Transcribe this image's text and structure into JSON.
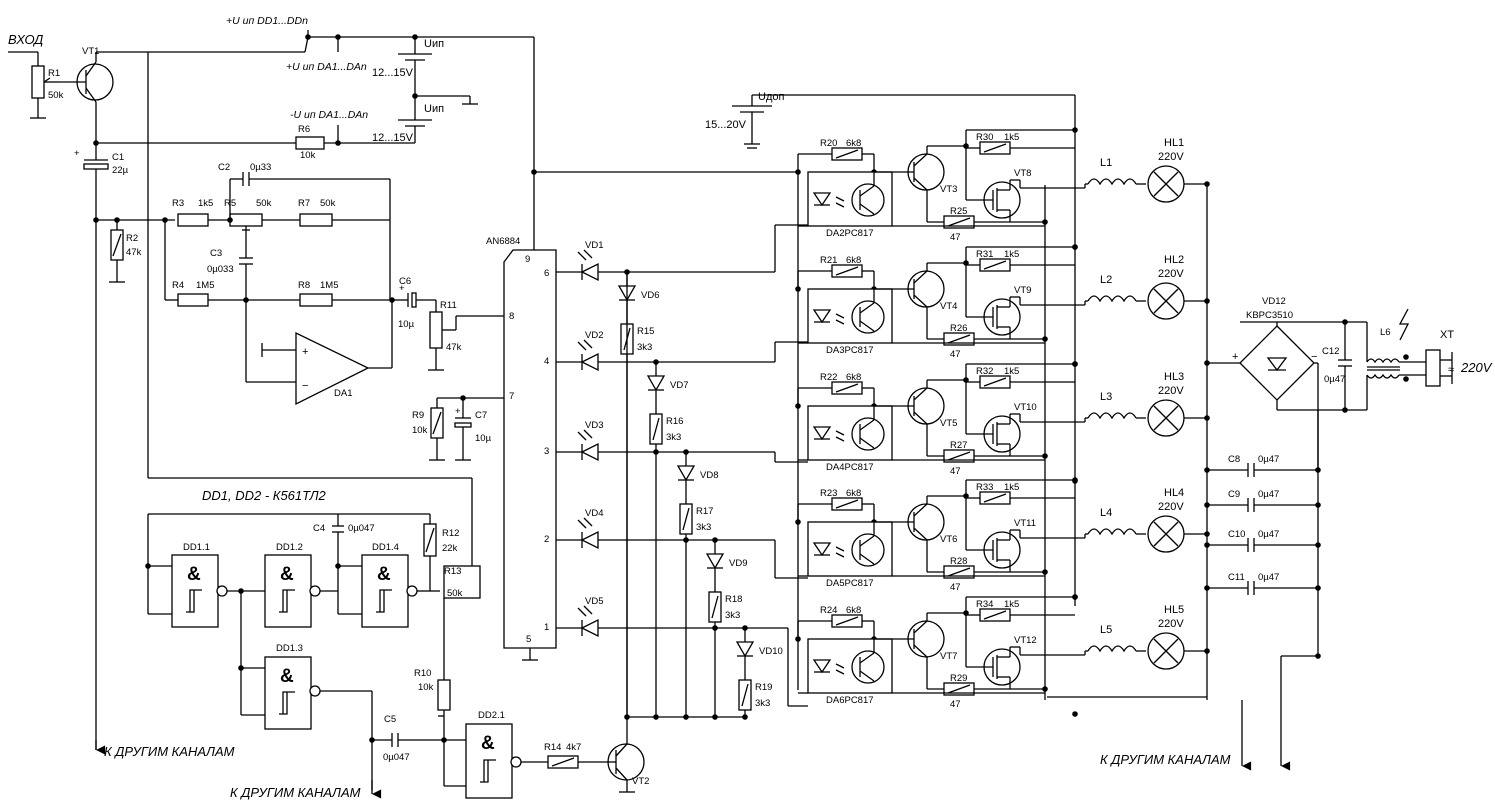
{
  "labels": {
    "input": "ВХОД",
    "supply_dd": "+U ип DD1...DDn",
    "supply_da_pos": "+U ип DA1...DAn",
    "supply_da_neg": "-U ип DA1...DAn",
    "uip": "Uип",
    "v12_15": "12...15V",
    "udop": "Uдоп",
    "v15_20": "15...20V",
    "logic_note": "DD1, DD2 - К561ТЛ2",
    "other_channels": "К ДРУГИМ КАНАЛАМ",
    "mains": "220V",
    "connector": "XT"
  },
  "components": {
    "VT1": "VT1",
    "R1": "R1",
    "R1v": "50k",
    "C1": "C1",
    "C1v": "22µ",
    "R2": "R2",
    "R2v": "47k",
    "R3": "R3",
    "R3v": "1k5",
    "R4": "R4",
    "R4v": "1M5",
    "R5": "R5",
    "R5v": "50k",
    "R6": "R6",
    "R6v": "10k",
    "R7": "R7",
    "R7v": "50k",
    "R8": "R8",
    "R8v": "1M5",
    "C2": "C2",
    "C2v": "0µ33",
    "C3": "C3",
    "C3v": "0µ033",
    "DA1": "DA1",
    "C6": "C6",
    "C6v": "10µ",
    "R11": "R11",
    "R11v": "47k",
    "R9": "R9",
    "R9v": "10k",
    "C7": "C7",
    "C7v": "10µ",
    "IC": "AN6884",
    "C4": "C4",
    "C4v": "0µ047",
    "R12": "R12",
    "R12v": "22k",
    "R13": "R13",
    "R13v": "50k",
    "R10": "R10",
    "R10v": "10k",
    "C5": "C5",
    "C5v": "0µ047",
    "R14": "R14",
    "R14v": "4k7",
    "VT2": "VT2",
    "DD1_1": "DD1.1",
    "DD1_2": "DD1.2",
    "DD1_3": "DD1.3",
    "DD1_4": "DD1.4",
    "DD2_1": "DD2.1",
    "VD12": "VD12",
    "VD12v": "KBPC3510",
    "C12": "C12",
    "C12v": "0µ47",
    "L6": "L6",
    "amp": "&"
  },
  "ic_pins": [
    "9",
    "6",
    "8",
    "4",
    "7",
    "3",
    "2",
    "1",
    "5"
  ],
  "vd_leds": [
    "VD1",
    "VD2",
    "VD3",
    "VD4",
    "VD5"
  ],
  "vd_chain": [
    {
      "vd": "VD6",
      "r": "R15",
      "v": "3k3"
    },
    {
      "vd": "VD7",
      "r": "R16",
      "v": "3k3"
    },
    {
      "vd": "VD8",
      "r": "R17",
      "v": "3k3"
    },
    {
      "vd": "VD9",
      "r": "R18",
      "v": "3k3"
    },
    {
      "vd": "VD10",
      "r": "R19",
      "v": "3k3"
    }
  ],
  "channels": [
    {
      "ra": "R20",
      "rav": "6k8",
      "da": "DA2PC817",
      "vta": "VT3",
      "rb": "R30",
      "rbv": "1k5",
      "rc": "R25",
      "rcv": "47",
      "vtb": "VT8",
      "l": "L1",
      "hl": "HL1"
    },
    {
      "ra": "R21",
      "rav": "6k8",
      "da": "DA3PC817",
      "vta": "VT4",
      "rb": "R31",
      "rbv": "1k5",
      "rc": "R26",
      "rcv": "47",
      "vtb": "VT9",
      "l": "L2",
      "hl": "HL2"
    },
    {
      "ra": "R22",
      "rav": "6k8",
      "da": "DA4PC817",
      "vta": "VT5",
      "rb": "R32",
      "rbv": "1k5",
      "rc": "R27",
      "rcv": "47",
      "vtb": "VT10",
      "l": "L3",
      "hl": "HL3"
    },
    {
      "ra": "R23",
      "rav": "6k8",
      "da": "DA5PC817",
      "vta": "VT6",
      "rb": "R33",
      "rbv": "1k5",
      "rc": "R28",
      "rcv": "47",
      "vtb": "VT11",
      "l": "L4",
      "hl": "HL4"
    },
    {
      "ra": "R24",
      "rav": "6k8",
      "da": "DA6PC817",
      "vta": "VT7",
      "rb": "R34",
      "rbv": "1k5",
      "rc": "R29",
      "rcv": "47",
      "vtb": "VT12",
      "l": "L5",
      "hl": "HL5"
    }
  ],
  "caps_right": [
    {
      "name": "C8",
      "v": "0µ47"
    },
    {
      "name": "C9",
      "v": "0µ47"
    },
    {
      "name": "C10",
      "v": "0µ47"
    },
    {
      "name": "C11",
      "v": "0µ47"
    }
  ]
}
